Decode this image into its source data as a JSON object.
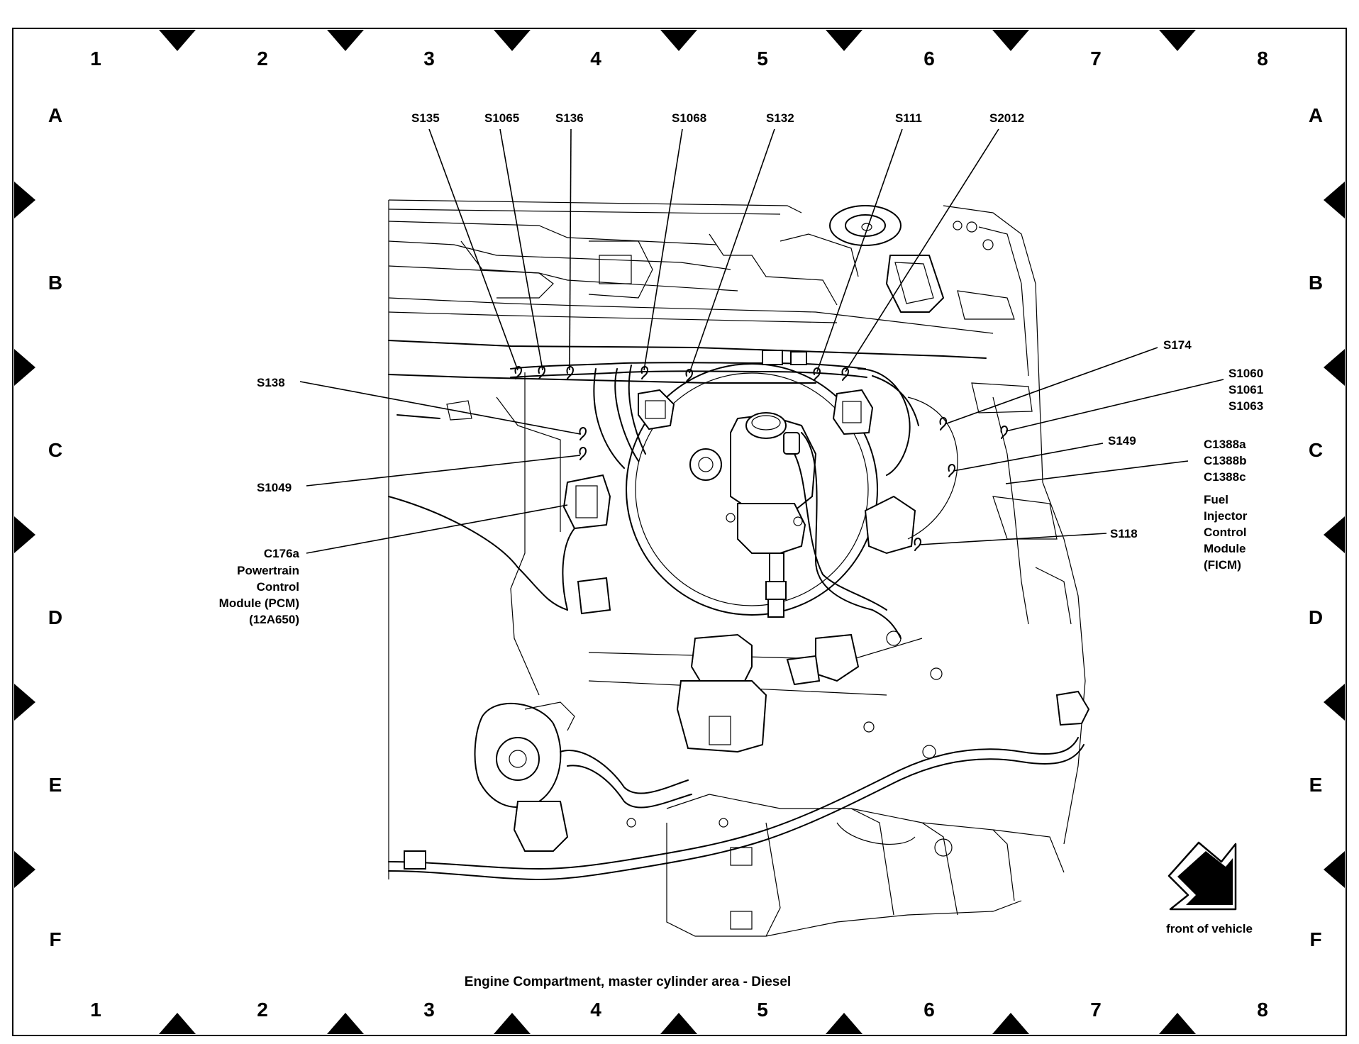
{
  "grid": {
    "columns": [
      "1",
      "2",
      "3",
      "4",
      "5",
      "6",
      "7",
      "8"
    ],
    "rows": [
      "A",
      "B",
      "C",
      "D",
      "E",
      "F"
    ]
  },
  "caption": "Engine Compartment, master cylinder area - Diesel",
  "front_of_vehicle": "front of vehicle",
  "labels": {
    "s135": "S135",
    "s1065": "S1065",
    "s136": "S136",
    "s1068": "S1068",
    "s132": "S132",
    "s111": "S111",
    "s2012": "S2012",
    "s174": "S174",
    "s1060_group": [
      "S1060",
      "S1061",
      "S1063"
    ],
    "s149": "S149",
    "c1388_group": [
      "C1388a",
      "C1388b",
      "C1388c",
      "Fuel",
      "Injector",
      "Control",
      "Module",
      "(FICM)"
    ],
    "s118": "S118",
    "s138": "S138",
    "s1049": "S1049",
    "c176a_group": [
      "C176a",
      "Powertrain",
      "Control",
      "Module (PCM)",
      "(12A650)"
    ]
  }
}
